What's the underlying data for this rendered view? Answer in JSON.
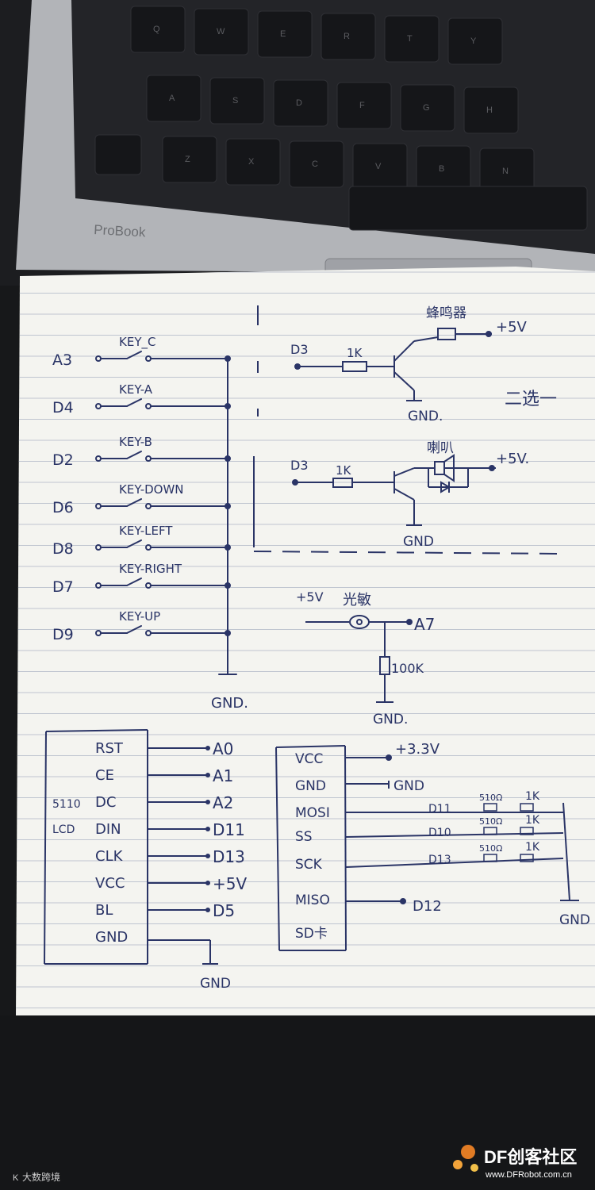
{
  "laptop": {
    "brand": "ProBook",
    "keys": [
      "Q",
      "W",
      "E",
      "R",
      "T",
      "Y",
      "A",
      "S",
      "D",
      "F",
      "G",
      "H",
      "Z",
      "X",
      "C",
      "V",
      "B",
      "N"
    ]
  },
  "schematic": {
    "keys_block": {
      "title": "KEY_C",
      "rows": [
        {
          "pin": "A3",
          "label": "KEY_C"
        },
        {
          "pin": "D4",
          "label": "KEY-A"
        },
        {
          "pin": "D2",
          "label": "KEY-B"
        },
        {
          "pin": "D6",
          "label": "KEY-DOWN"
        },
        {
          "pin": "D8",
          "label": "KEY-LEFT"
        },
        {
          "pin": "D7",
          "label": "KEY-RIGHT"
        },
        {
          "pin": "D9",
          "label": "KEY-UP"
        }
      ],
      "gnd": "GND."
    },
    "buzzer_active": {
      "label": "蜂鸣器",
      "supply": "+5V",
      "pin": "D3",
      "resistor": "1K",
      "gnd": "GND."
    },
    "choose_one": "二选一",
    "buzzer_passive": {
      "label": "喇叭",
      "supply": "+5V.",
      "pin": "D3",
      "resistor": "1K",
      "gnd": "GND"
    },
    "sensor": {
      "supply": "+5V",
      "label": "光敏",
      "pin": "A7",
      "resistor": "100K",
      "gnd": "GND."
    },
    "lcd": {
      "name_line1": "5110",
      "name_line2": "LCD",
      "pins": [
        {
          "name": "RST",
          "to": "A0"
        },
        {
          "name": "CE",
          "to": "A1"
        },
        {
          "name": "DC",
          "to": "A2"
        },
        {
          "name": "DIN",
          "to": "D11"
        },
        {
          "name": "CLK",
          "to": "D13"
        },
        {
          "name": "VCC",
          "to": "+5V"
        },
        {
          "name": "BL",
          "to": "D5"
        },
        {
          "name": "GND",
          "to": ""
        }
      ],
      "gnd": "GND"
    },
    "sd": {
      "pins": [
        "VCC",
        "GND",
        "MOSI",
        "SS",
        "SCK",
        "MISO",
        "SD卡"
      ],
      "vcc_to": "+3.3V",
      "gnd_to": "GND",
      "miso_to": "D12",
      "dividers": [
        {
          "pin": "D11",
          "r1": "510Ω",
          "r2": "1K"
        },
        {
          "pin": "D10",
          "r1": "510Ω",
          "r2": "1K"
        },
        {
          "pin": "D13",
          "r1": "510Ω",
          "r2": "1K"
        }
      ],
      "gnd": "GND"
    }
  },
  "watermarks": {
    "left": "大数跨境",
    "right_brand": "DF创客社区",
    "right_url": "www.DFRobot.com.cn"
  }
}
